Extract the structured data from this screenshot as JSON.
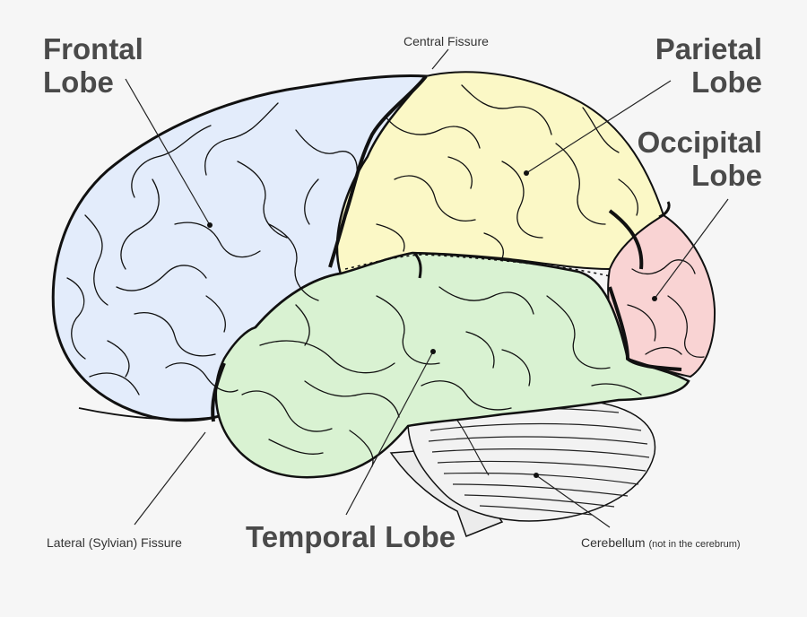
{
  "labels": {
    "frontal_line1": "Frontal",
    "frontal_line2": "Lobe",
    "parietal_line1": "Parietal",
    "parietal_line2": "Lobe",
    "occipital_line1": "Occipital",
    "occipital_line2": "Lobe",
    "temporal": "Temporal Lobe",
    "central_fissure": "Central Fissure",
    "lateral_fissure": "Lateral (Sylvian) Fissure",
    "cerebellum": "Cerebellum",
    "cerebellum_note": "(not in the cerebrum)"
  },
  "colors": {
    "background": "#f6f6f6",
    "frontal": "#e3ecfb",
    "parietal": "#fbf8c6",
    "occipital": "#f9d3d3",
    "temporal": "#d9f2d2",
    "cerebellum": "#f2f2f2",
    "outline": "#111111",
    "label_text": "#4a4a4a"
  }
}
